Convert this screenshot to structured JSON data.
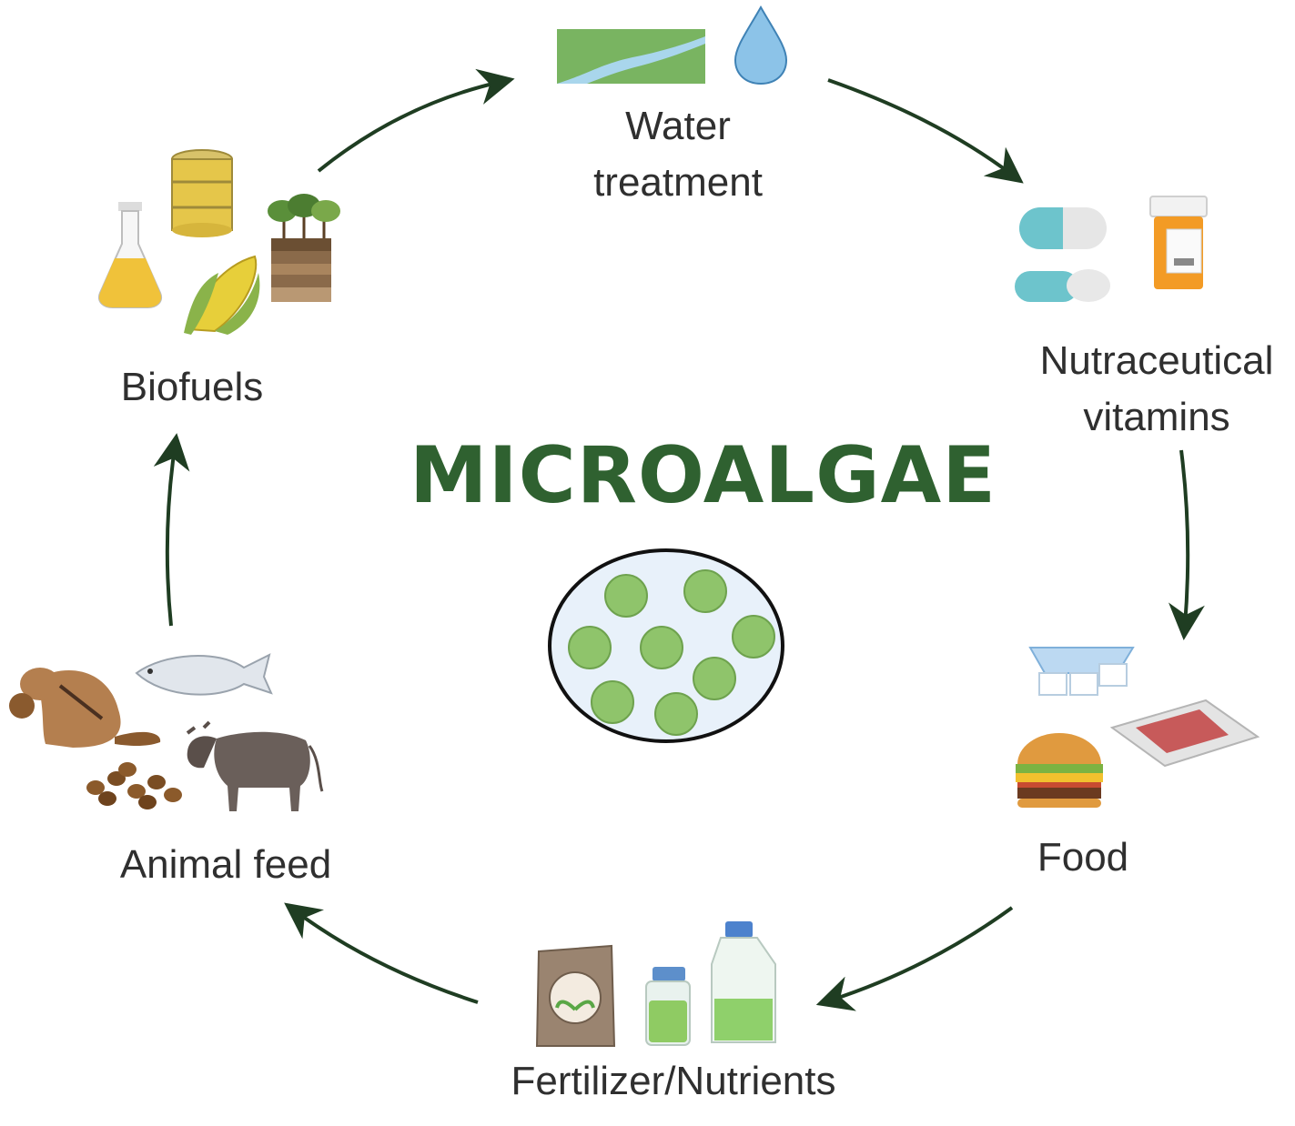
{
  "title": "MICROALGAE",
  "colors": {
    "title": "#2f6130",
    "arrow": "#1f3d22",
    "cell_fill": "#8fc46b",
    "cell_stroke": "#6ea24e",
    "dish_fill": "#e8f1fa"
  },
  "nodes": [
    {
      "id": "water-treatment",
      "lines": [
        "Water",
        "treatment"
      ],
      "icons": [
        "river-landscape-icon",
        "water-drop-icon"
      ]
    },
    {
      "id": "nutraceutical",
      "lines": [
        "Nutraceutical",
        "vitamins"
      ],
      "icons": [
        "capsule-icon",
        "pill-bottle-icon"
      ]
    },
    {
      "id": "food",
      "lines": [
        "Food"
      ],
      "icons": [
        "yogurt-cups-icon",
        "meat-tray-icon",
        "burger-icon"
      ]
    },
    {
      "id": "fertilizer",
      "lines": [
        "Fertilizer/Nutrients"
      ],
      "icons": [
        "fertilizer-bag-icon",
        "small-bottle-icon",
        "culture-flask-icon"
      ]
    },
    {
      "id": "animal-feed",
      "lines": [
        "Animal feed"
      ],
      "icons": [
        "chipmunk-icon",
        "fish-icon",
        "feed-pellets-icon",
        "cow-icon"
      ]
    },
    {
      "id": "biofuels",
      "lines": [
        "Biofuels"
      ],
      "icons": [
        "oil-barrel-icon",
        "flask-icon",
        "corn-icon",
        "soil-trees-icon"
      ]
    }
  ],
  "center": {
    "icon": "microalgae-cells-icon",
    "cell_count": 8
  }
}
